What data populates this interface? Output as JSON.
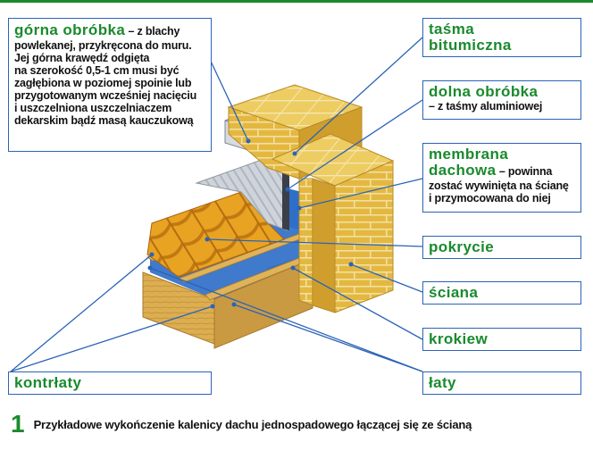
{
  "colors": {
    "accent": "#1a8a2e",
    "frame": "#2b63b8",
    "brick": "#e4b840",
    "brick_shadow": "#c9962a",
    "mortar": "#f2dfa0",
    "timber": "#d9a94a",
    "tile": "#e8a322",
    "metal": "#c9ced6",
    "membrane": "#2f6fc8"
  },
  "labels": {
    "gorna": {
      "term": "górna obróbka",
      "desc_first": " – z blachy",
      "desc_lines": [
        "powlekanej, przykręcona do muru.",
        "Jej górna krawędź odgięta",
        "na szerokość 0,5-1 cm musi być",
        "zagłębiona w poziomej spoinie lub",
        "przygotowanym wcześniej nacięciu",
        "i uszczelniona uszczelniaczem",
        "dekarskim bądź masą kauczukową"
      ]
    },
    "tasma": {
      "term_lines": [
        "taśma",
        "bitumiczna"
      ]
    },
    "dolna": {
      "term": "dolna obróbka",
      "desc": "– z taśmy aluminiowej"
    },
    "membrana": {
      "term_lines": [
        "membrana",
        "dachowa"
      ],
      "desc_first": " – powinna",
      "desc_lines": [
        "zostać wywinięta na ścianę",
        "i przymocowana do niej"
      ]
    },
    "pokrycie": {
      "term": "pokrycie"
    },
    "sciana": {
      "term": "ściana"
    },
    "krokiew": {
      "term": "krokiew"
    },
    "kontrlaty": {
      "term": "kontrłaty"
    },
    "laty": {
      "term": "łaty"
    }
  },
  "caption": {
    "number": "1",
    "text": "Przykładowe wykończenie kalenicy dachu jednospadowego łączącej się ze ścianą"
  }
}
